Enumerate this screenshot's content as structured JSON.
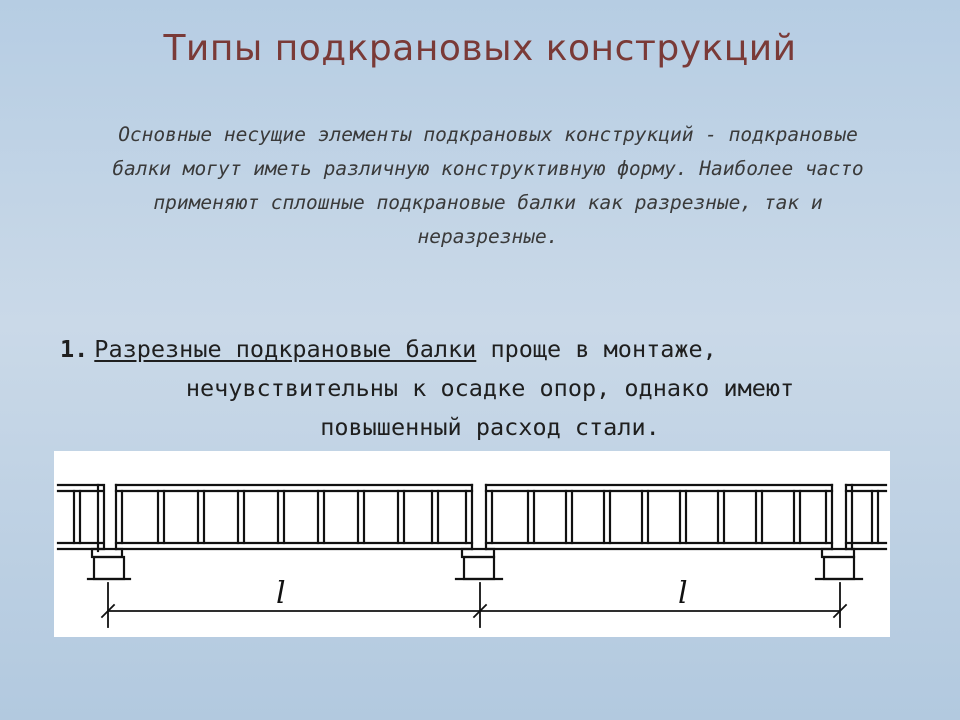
{
  "slide": {
    "title": "Типы подкрановых конструкций",
    "intro": "Основные несущие элементы подкрановых конструкций - подкрановые балки могут иметь различную конструктивную форму. Наиболее часто применяют сплошные подкрановые балки как разрезные, так и неразрезные.",
    "point": {
      "number": "1.",
      "term": "Разрезные подкрановые балки",
      "text_line1": " проще в монтаже,",
      "text_line2": "нечувствительны к осадке опор, однако имеют",
      "text_line3": "повышенный расход стали."
    }
  },
  "diagram": {
    "span_label_left": "l",
    "span_label_right": "l"
  }
}
